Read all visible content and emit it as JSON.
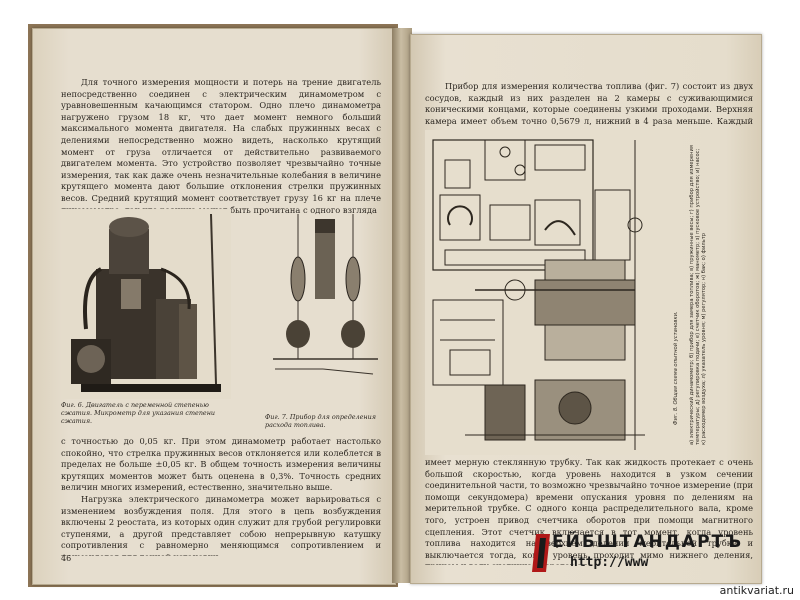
{
  "left_page": {
    "paragraph1": "Для точного измерения мощности и потерь на трение двигатель непосредственно соединен с электрическим динамометром с уравновешенным качающимся статором. Одно плечо динамометра нагружено грузом 18 кг, что дает момент немного больший максимального момента двигателя. На слабых пружинных весах с делениями непосредственно можно видеть, насколько крутящий момент от груза отличается от действительно развиваемого двигателем момента. Это устройство позволяет чрезвычайно точные измерения, так как даже очень незначительные колебания в величине крутящего момента дают большие отклонения стрелки пружинных весов. Средний крутящий момент соответствует грузу 16 кг на плече динамометра, так что разница может быть прочитана с одного взгляда",
    "fig6_caption": "Фиг. 6. Двигатель с переменной степенью сжатия. Микрометр для указания степени сжатия.",
    "fig7_caption": "Фиг. 7. Прибор для определения расхода топлива.",
    "paragraph2": "с точностью до 0,05 кг. При этом динамометр работает настолько спокойно, что стрелка пружинных весов отклоняется или колеблется в пределах не больше ±0,05 кг. В общем точность измерения величины крутящих моментов может быть оценена в 0,3%. Точность средних величин многих измерений, естественно, значительно выше.",
    "paragraph3": "Нагрузка электрического динамометра может варьироваться с изменением возбуждения поля. Для этого в цепь возбуждения включены 2 реостата, из которых один служит для грубой регулировки ступенями, а другой представляет собою непрерывную катушку сопротивления с равномерно меняющимся сопротивлением и применяется для точной установки.",
    "page_number": "46"
  },
  "right_page": {
    "paragraph1": "Прибор для измерения количества топлива (фиг. 7) состоит из двух сосудов, каждый из них разделен на 2 камеры с суживающимися коническими концами, которые соединены узкими проходами. Верхняя камера имеет объем точно 0,5679 л, нижний в 4 раза меньше. Каждый сосуд",
    "fig8_caption": "Фиг. 8. Общая схема опытной установки.",
    "legend": "а) электрический динамометр; б) прибор для замера топлива; в) пружинные весы; г) прибор для измерения температуры; д) регулировка подачи; е) счетчик оборотов; ж) манометр; з) пусковое устройство; и) насос; к) расходомер воздуха; л) указатель уровня; м) регулятор; н) бак; о) фильтр",
    "paragraph2": "имеет мерную стеклянную трубку. Так как жидкость протекает с очень большой скоростью, когда уровень находится в узком сечении соединительной части, то возможно чрезвычайно точное измерение (при помощи секундомера) времени опускания уровня по делениям на мерительной трубке. С одного конца распределительного вала, кроме того, устроен привод счетчика оборотов при помощи магнитного сцепления. Этот счетчик включается в тот момент, когда уровень топлива находится на верхнем делении мерительной трубки и выключается тогда, когда уровень проходит мимо нижнего деления, причем и валу счетчика оборотов од-"
  },
  "watermark": {
    "title": "ЕЙБШТАНДАРТЪ",
    "url": "http://www",
    "site": "antikvariat.ru"
  }
}
